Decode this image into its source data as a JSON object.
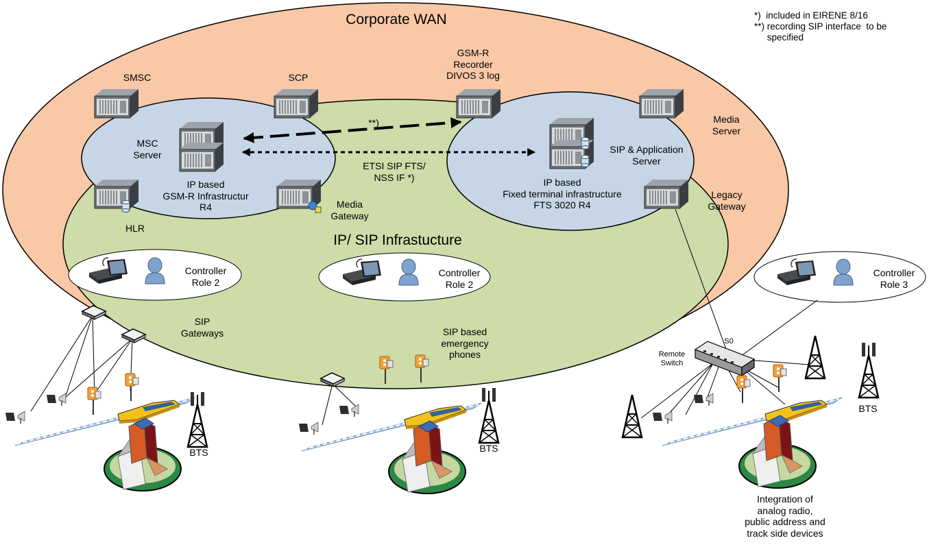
{
  "corporate_wan": "Corporate WAN",
  "ip_sip_infrastructure": "IP/ SIP Infrastucture",
  "notes": [
    "*)  included in EIRENE 8/16",
    "**) recording SIP interface  to be",
    "     specified"
  ],
  "servers": {
    "smsc": "SMSC",
    "scp": "SCP",
    "gsmr_recorder": "GSM-R\nRecorder\nDIVOS 3 log",
    "media_server": "Media\nServer",
    "msc_server": "MSC\nServer",
    "hlr": "HLR",
    "media_gateway": "Media\nGateway",
    "sip_app_server": "SIP & Application\nServer",
    "legacy_gateway": "Legacy\nGateway"
  },
  "infrastructures": {
    "gsmr": "IP based\nGSM-R Infrastructur\nR4",
    "fts": "IP based\nFixed terminal infrastructure\nFTS 3020 R4"
  },
  "interfaces": {
    "recording": "**)",
    "etsi": "ETSI  SIP FTS/\nNSS IF *)"
  },
  "controllers": [
    "Controller\nRole 2",
    "Controller\nRole 2",
    "Controller\nRole 3"
  ],
  "sip_gateways": "SIP\nGateways",
  "sip_emergency": "SIP based\nemergency\nphones",
  "remote_switch": "Remote\nSwitch",
  "s0": "S0",
  "bts": [
    "BTS",
    "BTS",
    "BTS"
  ],
  "integration": "Integration of\nanalog radio,\npublic address and\ntrack side devices",
  "colors": {
    "wan_fill": "#f9c8a6",
    "ip_fill": "#cddca8",
    "infra_fill": "#c6d6e6",
    "server_dark": "#4f5357",
    "train_yellow": "#f2c21b"
  }
}
